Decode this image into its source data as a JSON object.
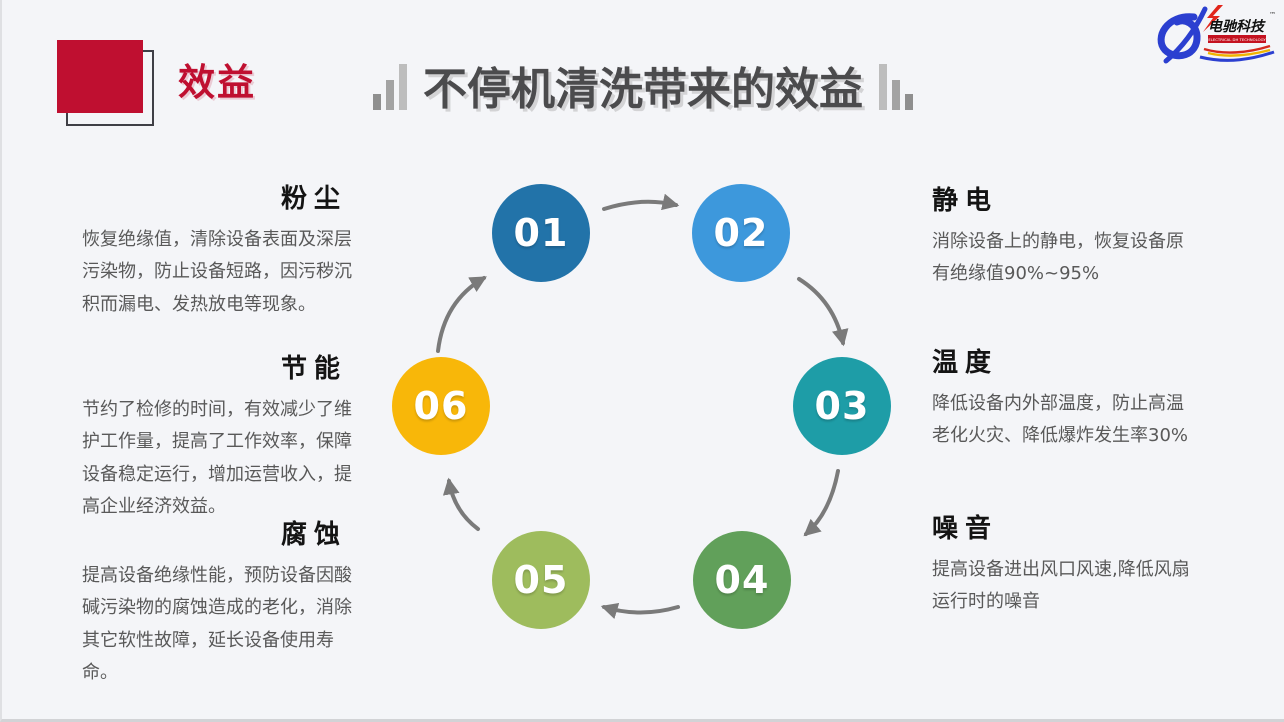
{
  "header": {
    "section_label": "效益",
    "title": "不停机清洗带来的效益",
    "accent_color": "#bf0f30",
    "title_color": "#4b4b4d"
  },
  "logo": {
    "name": "电驰科技",
    "tm": "™",
    "tagline": "ELECTRICAL DH TECHNOLOGY"
  },
  "diagram": {
    "type": "cycle",
    "arrow_color": "#7a7a7a",
    "steps": [
      {
        "num": "01",
        "color": "#2273a9"
      },
      {
        "num": "02",
        "color": "#3d98dc"
      },
      {
        "num": "03",
        "color": "#1e9da7"
      },
      {
        "num": "04",
        "color": "#61a05a"
      },
      {
        "num": "05",
        "color": "#9ebc5d"
      },
      {
        "num": "06",
        "color": "#f8b709"
      }
    ]
  },
  "benefits_left": [
    {
      "step": "01",
      "title": "粉尘",
      "body": "恢复绝缘值，清除设备表面及深层污染物，防止设备短路，因污秽沉积而漏电、发热放电等现象。"
    },
    {
      "step": "06",
      "title": "节能",
      "body": "节约了检修的时间，有效减少了维护工作量，提高了工作效率，保障设备稳定运行，增加运营收入，提高企业经济效益。"
    },
    {
      "step": "05",
      "title": "腐蚀",
      "body": "提高设备绝缘性能，预防设备因酸碱污染物的腐蚀造成的老化，消除其它软性故障，延长设备使用寿命。"
    }
  ],
  "benefits_right": [
    {
      "step": "02",
      "title": "静电",
      "body": "消除设备上的静电，恢复设备原有绝缘值90%~95%"
    },
    {
      "step": "03",
      "title": "温度",
      "body": "降低设备内外部温度，防止高温老化火灾、降低爆炸发生率30%"
    },
    {
      "step": "04",
      "title": "噪音",
      "body": "提高设备进出风口风速,降低风扇运行时的噪音"
    }
  ]
}
